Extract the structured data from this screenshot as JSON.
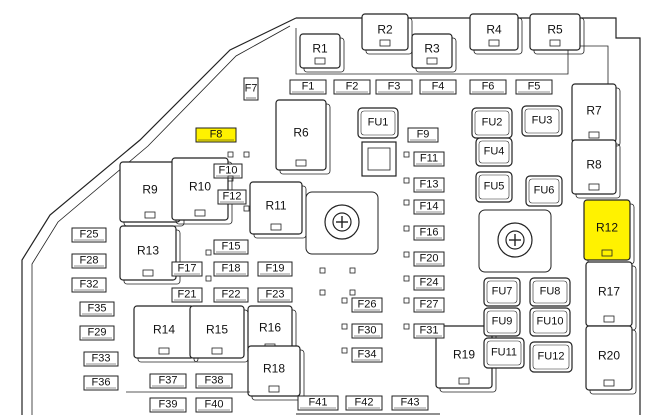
{
  "colors": {
    "line": "#222222",
    "highlight": "#fff200",
    "background": "#ffffff"
  },
  "highlighted": [
    "F8",
    "R12"
  ],
  "relays": [
    {
      "id": "R1"
    },
    {
      "id": "R2"
    },
    {
      "id": "R3"
    },
    {
      "id": "R4"
    },
    {
      "id": "R5"
    },
    {
      "id": "R6"
    },
    {
      "id": "R7"
    },
    {
      "id": "R8"
    },
    {
      "id": "R9"
    },
    {
      "id": "R10"
    },
    {
      "id": "R11"
    },
    {
      "id": "R12"
    },
    {
      "id": "R13"
    },
    {
      "id": "R14"
    },
    {
      "id": "R15"
    },
    {
      "id": "R16"
    },
    {
      "id": "R17"
    },
    {
      "id": "R18"
    },
    {
      "id": "R19"
    },
    {
      "id": "R20"
    }
  ],
  "fuses": [
    {
      "id": "F1"
    },
    {
      "id": "F2"
    },
    {
      "id": "F3"
    },
    {
      "id": "F4"
    },
    {
      "id": "F5"
    },
    {
      "id": "F6"
    },
    {
      "id": "F7"
    },
    {
      "id": "F8"
    },
    {
      "id": "F9"
    },
    {
      "id": "F10"
    },
    {
      "id": "F11"
    },
    {
      "id": "F12"
    },
    {
      "id": "F13"
    },
    {
      "id": "F14"
    },
    {
      "id": "F15"
    },
    {
      "id": "F16"
    },
    {
      "id": "F17"
    },
    {
      "id": "F18"
    },
    {
      "id": "F19"
    },
    {
      "id": "F20"
    },
    {
      "id": "F21"
    },
    {
      "id": "F22"
    },
    {
      "id": "F23"
    },
    {
      "id": "F24"
    },
    {
      "id": "F25"
    },
    {
      "id": "F26"
    },
    {
      "id": "F27"
    },
    {
      "id": "F28"
    },
    {
      "id": "F29"
    },
    {
      "id": "F30"
    },
    {
      "id": "F31"
    },
    {
      "id": "F32"
    },
    {
      "id": "F33"
    },
    {
      "id": "F34"
    },
    {
      "id": "F35"
    },
    {
      "id": "F36"
    },
    {
      "id": "F37"
    },
    {
      "id": "F38"
    },
    {
      "id": "F39"
    },
    {
      "id": "F40"
    },
    {
      "id": "F41"
    },
    {
      "id": "F42"
    },
    {
      "id": "F43"
    }
  ],
  "maxi_fuses": [
    {
      "id": "FU1"
    },
    {
      "id": "FU2"
    },
    {
      "id": "FU3"
    },
    {
      "id": "FU4"
    },
    {
      "id": "FU5"
    },
    {
      "id": "FU6"
    },
    {
      "id": "FU7"
    },
    {
      "id": "FU8"
    },
    {
      "id": "FU9"
    },
    {
      "id": "FU10"
    },
    {
      "id": "FU11"
    },
    {
      "id": "FU12"
    }
  ]
}
